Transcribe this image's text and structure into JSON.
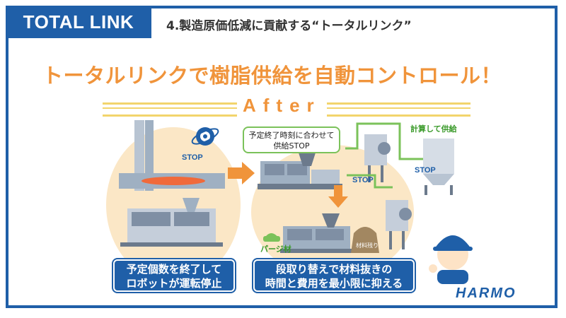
{
  "header": {
    "tag": "TOTAL LINK",
    "section_title": "4.製造原価低減に貢献する“トータルリンク”"
  },
  "headline": "トータルリンクで樹脂供給を自動コントロール！",
  "after_label": "After",
  "note": {
    "line1": "予定終了時刻に合わせて",
    "line2": "供給STOP"
  },
  "labels": {
    "stop": "STOP",
    "calc_supply": "計算して供給",
    "purge": "パージ材",
    "material_left": "材料残り"
  },
  "captions": {
    "left_line1": "予定個数を終了して",
    "left_line2": "ロボットが運転停止",
    "right_line1": "段取り替えで材料抜きの",
    "right_line2": "時間と費用を最小限に抑える"
  },
  "logo": "HARMO",
  "colors": {
    "brand_blue": "#1f5fa8",
    "accent_orange": "#f0943b",
    "line_yellow": "#f2d46c",
    "note_green": "#7bc25a"
  }
}
